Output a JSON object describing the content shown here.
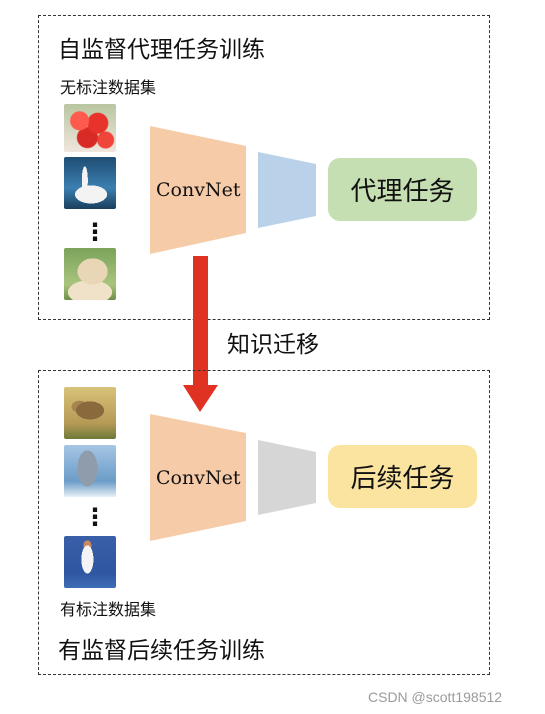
{
  "top": {
    "title": "自监督代理任务训练",
    "dataset_label": "无标注数据集",
    "network_label": "ConvNet",
    "task_label": "代理任务",
    "dots": "⋮",
    "images": [
      "strawberry-photo",
      "swan-photo",
      "puppy-photo"
    ]
  },
  "transfer_label": "知识迁移",
  "bottom": {
    "title": "有监督后续任务训练",
    "dataset_label": "有标注数据集",
    "network_label": "ConvNet",
    "task_label": "后续任务",
    "dots": "⋮",
    "images": [
      "bird-photo",
      "dolphin-photo",
      "tennis-player-photo"
    ]
  },
  "colors": {
    "encoder": "#f6cba8",
    "proxy_head": "#b9d2ea",
    "downstream_head": "#d6d6d6",
    "proxy_task": "#c5dfb2",
    "downstream_task": "#fbe3a0",
    "arrow": "#e03222"
  },
  "watermark": "CSDN @scott198512"
}
